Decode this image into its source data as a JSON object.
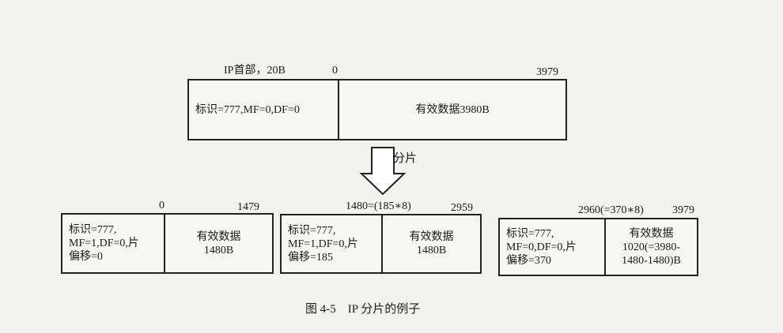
{
  "original": {
    "header_label": "IP首部，20B",
    "start_offset": "0",
    "end_offset": "3979",
    "header_text": "标识=777,MF=0,DF=0",
    "payload_text": "有效数据3980B"
  },
  "arrow_label": "分片",
  "fragments": [
    {
      "start_offset": "0",
      "end_offset": "1479",
      "header_lines": "标识=777,\nMF=1,DF=0,片\n偏移=0",
      "payload_lines": "有效数据\n1480B"
    },
    {
      "start_offset": "1480=(185∗8)",
      "end_offset": "2959",
      "header_lines": "标识=777,\nMF=1,DF=0,片\n偏移=185",
      "payload_lines": "有效数据\n1480B"
    },
    {
      "start_offset": "2960(=370∗8)",
      "end_offset": "3979",
      "header_lines": "标识=777,\nMF=0,DF=0,片\n偏移=370",
      "payload_lines": "有效数据\n1020(=3980-\n1480-1480)B"
    }
  ],
  "caption": "图 4-5　IP 分片的例子"
}
